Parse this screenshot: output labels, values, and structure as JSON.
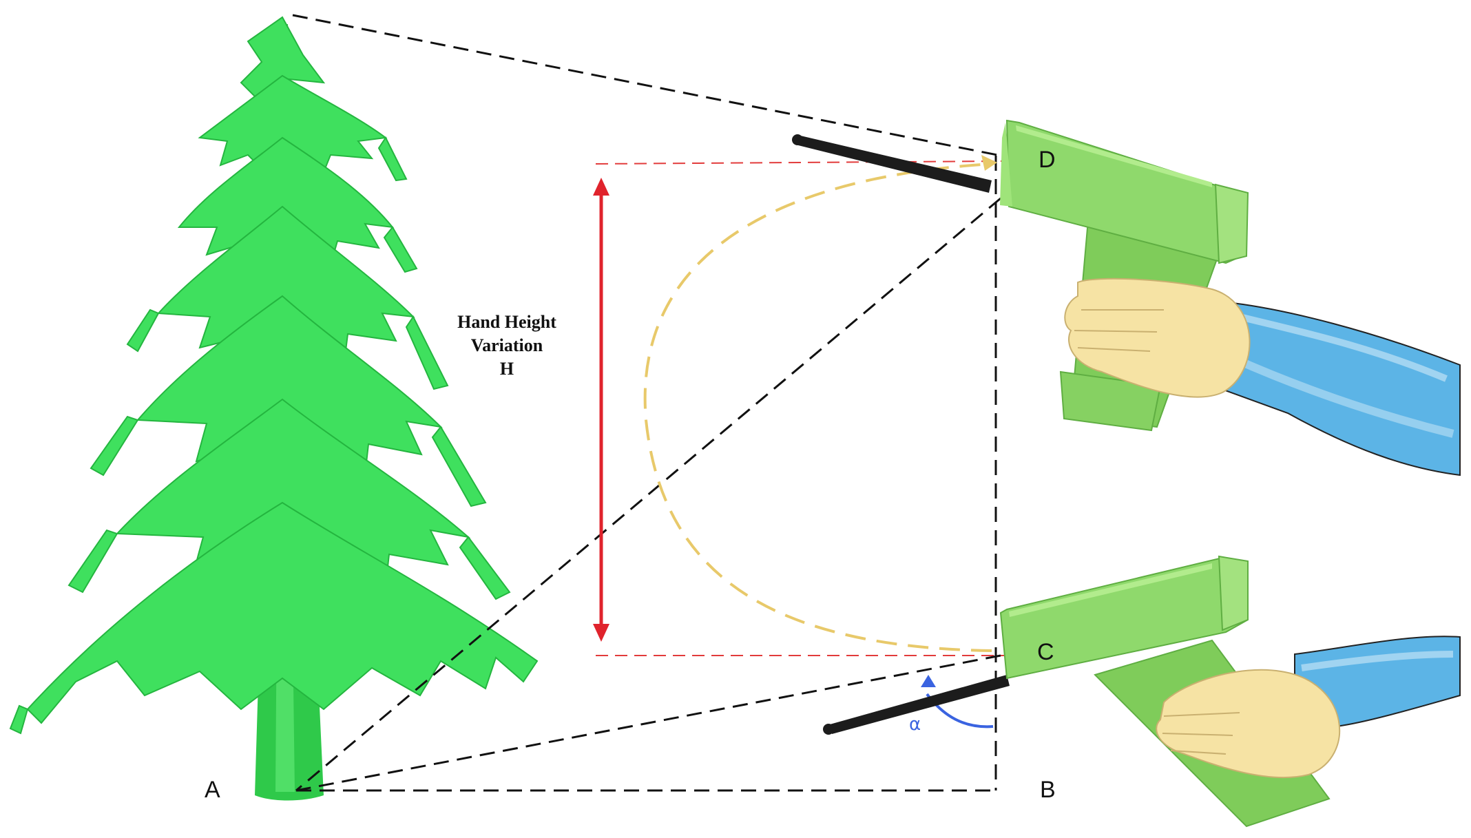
{
  "points": {
    "a": "A",
    "b": "B",
    "c": "C",
    "d": "D"
  },
  "annotation": {
    "line1": "Hand Height",
    "line2": "Variation",
    "line3": "H"
  },
  "angle_symbol": "α",
  "colors": {
    "tree_foliage": "#3fe05e",
    "tree_trunk": "#2fc94a",
    "device_body": "#8fd96c",
    "device_grip": "#7fcc5a",
    "hand_skin": "#f6e3a4",
    "sleeve": "#5cb4e6",
    "sight_lines": "#111111",
    "reference_lines": "#e23b3b",
    "height_arrow": "#e0232c",
    "motion_arc": "#e8c96a",
    "angle_marker": "#3a63e0"
  },
  "icons": [
    "tree-icon",
    "height-gun-device-icon",
    "hand-icon"
  ]
}
